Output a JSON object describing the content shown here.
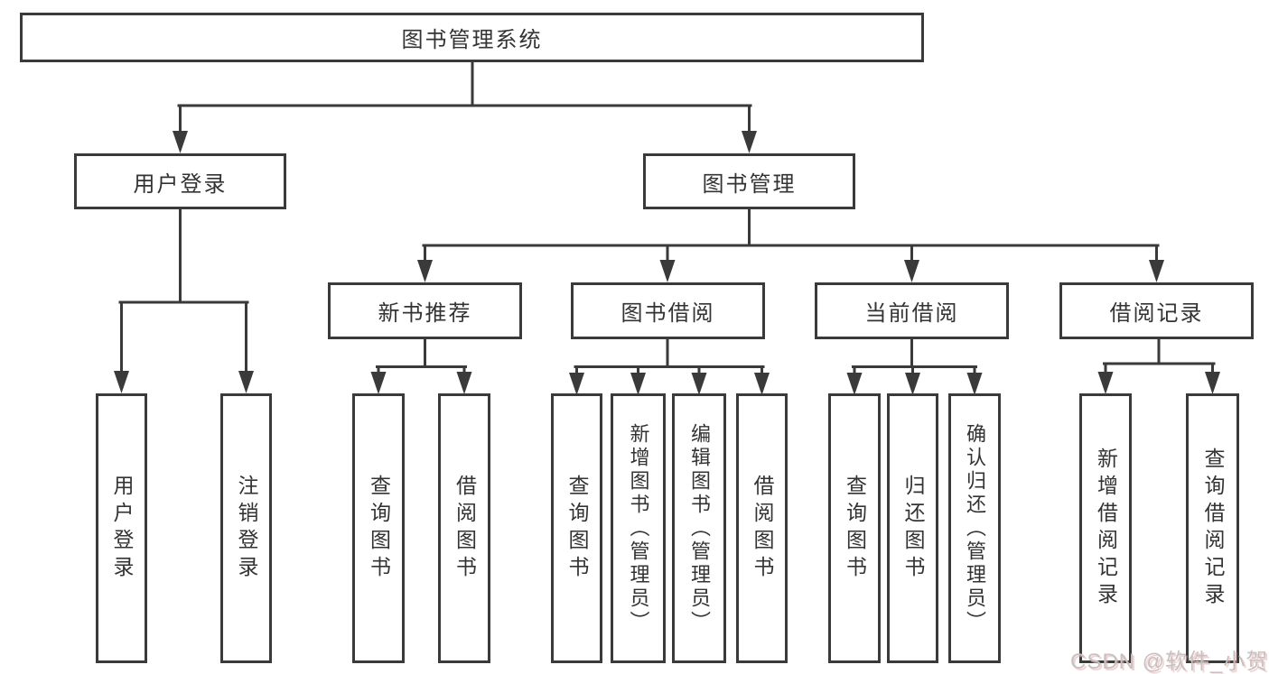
{
  "diagram": {
    "root": "图书管理系统",
    "branches": [
      {
        "label": "用户登录",
        "children": [
          "用户登录",
          "注销登录"
        ]
      },
      {
        "label": "图书管理",
        "groups": [
          {
            "label": "新书推荐",
            "children": [
              "查询图书",
              "借阅图书"
            ]
          },
          {
            "label": "图书借阅",
            "children": [
              "查询图书",
              "新增图书（管理员）",
              "编辑图书（管理员）",
              "借阅图书"
            ]
          },
          {
            "label": "当前借阅",
            "children": [
              "查询图书",
              "归还图书",
              "确认归还（管理员）"
            ]
          },
          {
            "label": "借阅记录",
            "children": [
              "新增借阅记录",
              "查询借阅记录"
            ]
          }
        ]
      }
    ]
  },
  "watermark": {
    "text": "CSDN @软件_小贺同学"
  },
  "colors": {
    "line": "#3a3a3a",
    "text": "#333333",
    "background": "#ffffff",
    "watermark": "#c3c3c3"
  }
}
